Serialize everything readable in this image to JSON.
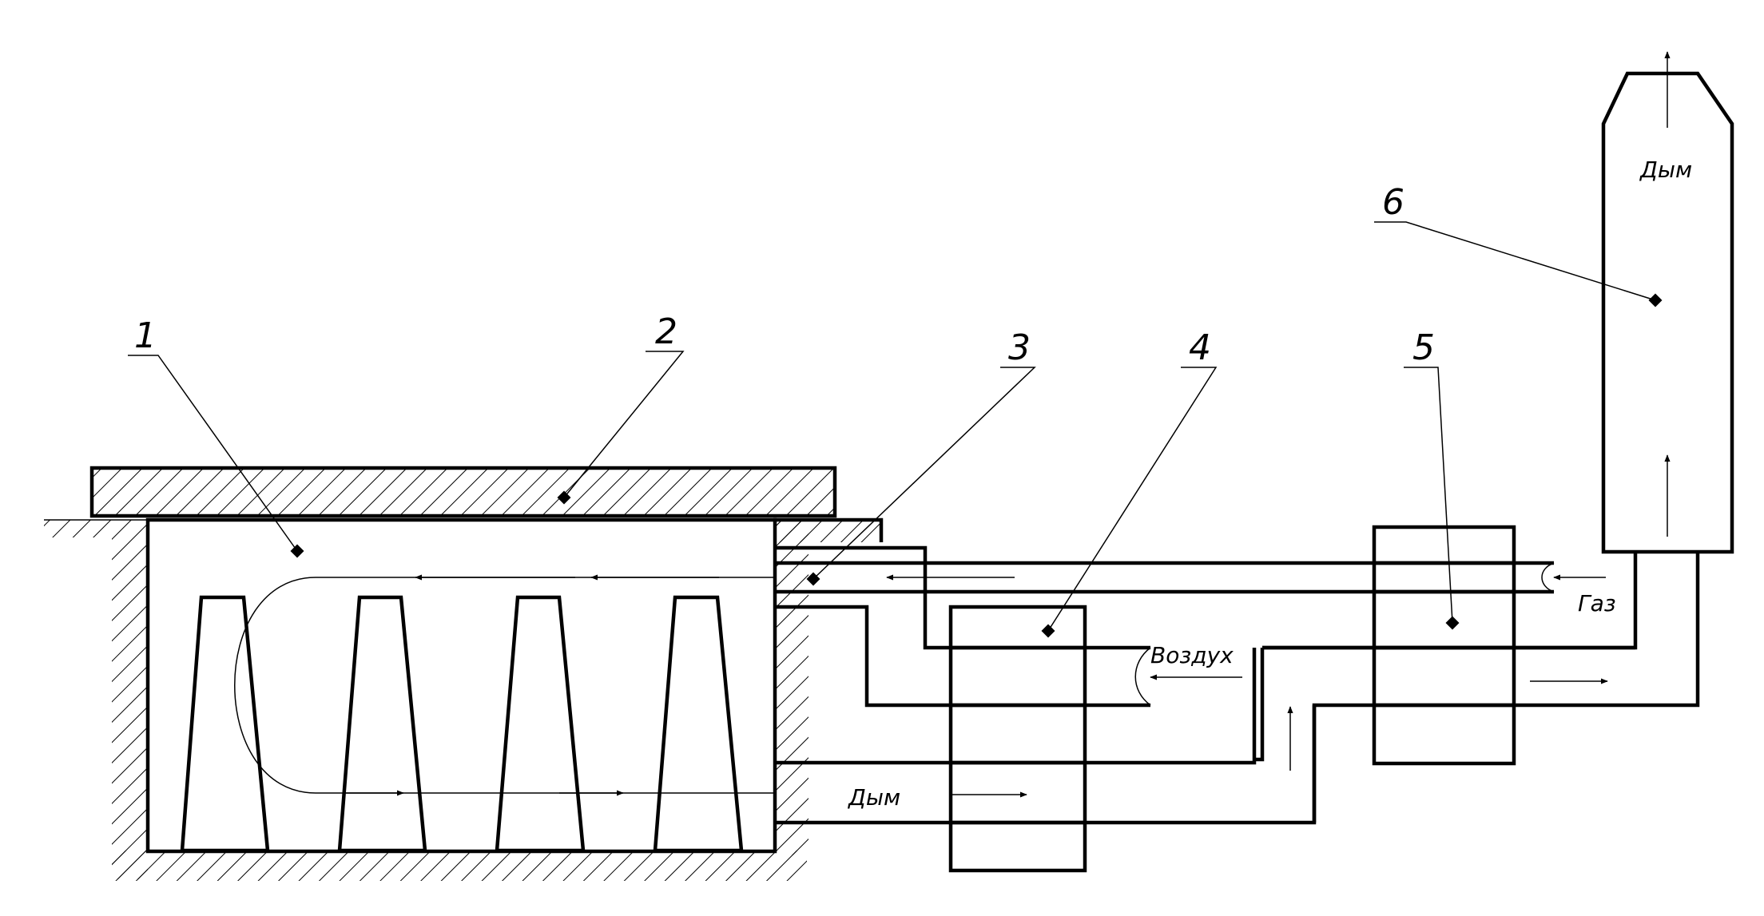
{
  "callouts": {
    "c1": "1",
    "c2": "2",
    "c3": "3",
    "c4": "4",
    "c5": "5",
    "c6": "6"
  },
  "flow_labels": {
    "smoke_out": "Дым",
    "gas_in": "Газ",
    "air_in": "Воздух",
    "smoke_flow": "Дым"
  },
  "colors": {
    "ink": "#000000",
    "paper": "#ffffff"
  }
}
